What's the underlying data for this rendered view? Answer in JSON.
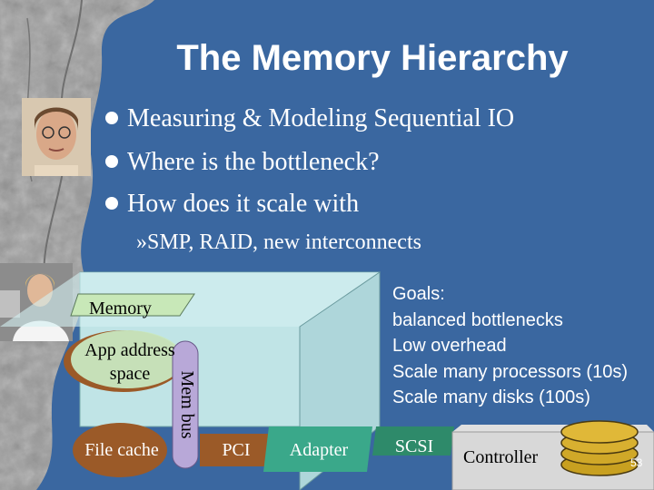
{
  "title": "The Memory Hierarchy",
  "bullets": [
    "Measuring & Modeling Sequential IO",
    "Where is the bottleneck?",
    "How does it scale with"
  ],
  "sub_bullet_marker": "»",
  "sub_bullet": "SMP,  RAID, new interconnects",
  "diagram": {
    "memory": "Memory",
    "app_address_line1": "App address",
    "app_address_line2": "space",
    "mem_bus": "Mem bus",
    "file_cache": "File cache",
    "pci": "PCI",
    "adapter": "Adapter",
    "scsi": "SCSI",
    "controller": "Controller"
  },
  "goals": [
    "Goals:",
    "balanced bottlenecks",
    "Low overhead",
    "Scale many processors (10s)",
    "Scale many disks (100s)"
  ],
  "page_number": "53",
  "colors": {
    "background": "#3a67a0",
    "box_face": "#c8ecee",
    "file_cache": "#9b5a28",
    "memory_tab": "#c8e8b8",
    "disk_gold": "#c8a020"
  }
}
